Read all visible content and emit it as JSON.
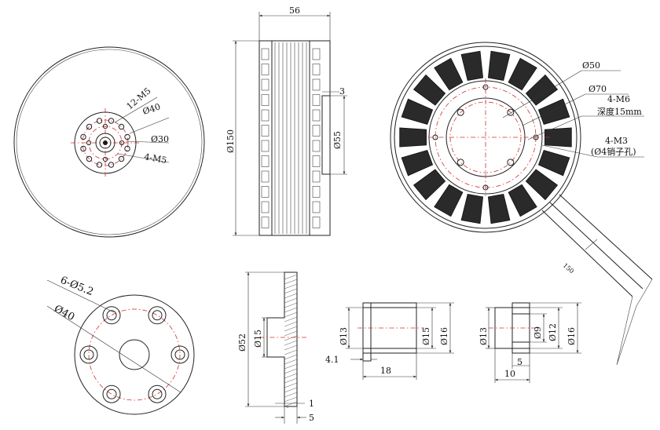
{
  "colors": {
    "line": "#222222",
    "centerline": "#d23030",
    "winding": "#2a2a2a",
    "background": "#ffffff"
  },
  "front_view": {
    "hole_pattern_1": "12-M5",
    "dia_1": "Ø40",
    "dia_2": "Ø30",
    "hole_pattern_2": "4-M5"
  },
  "side_view": {
    "width": "56",
    "step": "3",
    "outer_dia": "Ø150",
    "shaft_dia": "Ø55"
  },
  "rear_view": {
    "dia_1": "Ø50",
    "dia_2": "Ø70",
    "thread_1": "4-M6",
    "depth": "深度15mm",
    "thread_2": "4-M3",
    "pin_note": "(Ø4销子孔)",
    "cable_length": "150"
  },
  "flange_view": {
    "hole_pattern": "6-Ø5.2",
    "pcd": "Ø40"
  },
  "flange_section": {
    "outer_dia": "Ø52",
    "bore_dia": "Ø15",
    "thickness_1": "1",
    "thickness_2": "5"
  },
  "bushing_1": {
    "inner_dia": "Ø13",
    "outer_dia": "Ø15",
    "flange_dia": "Ø16",
    "flange_len": "4.1",
    "length": "18"
  },
  "bushing_2": {
    "inner_dia": "Ø13",
    "bore_dia": "Ø9",
    "outer_dia": "Ø12",
    "flange_dia": "Ø16",
    "step_len": "5",
    "length": "10"
  }
}
